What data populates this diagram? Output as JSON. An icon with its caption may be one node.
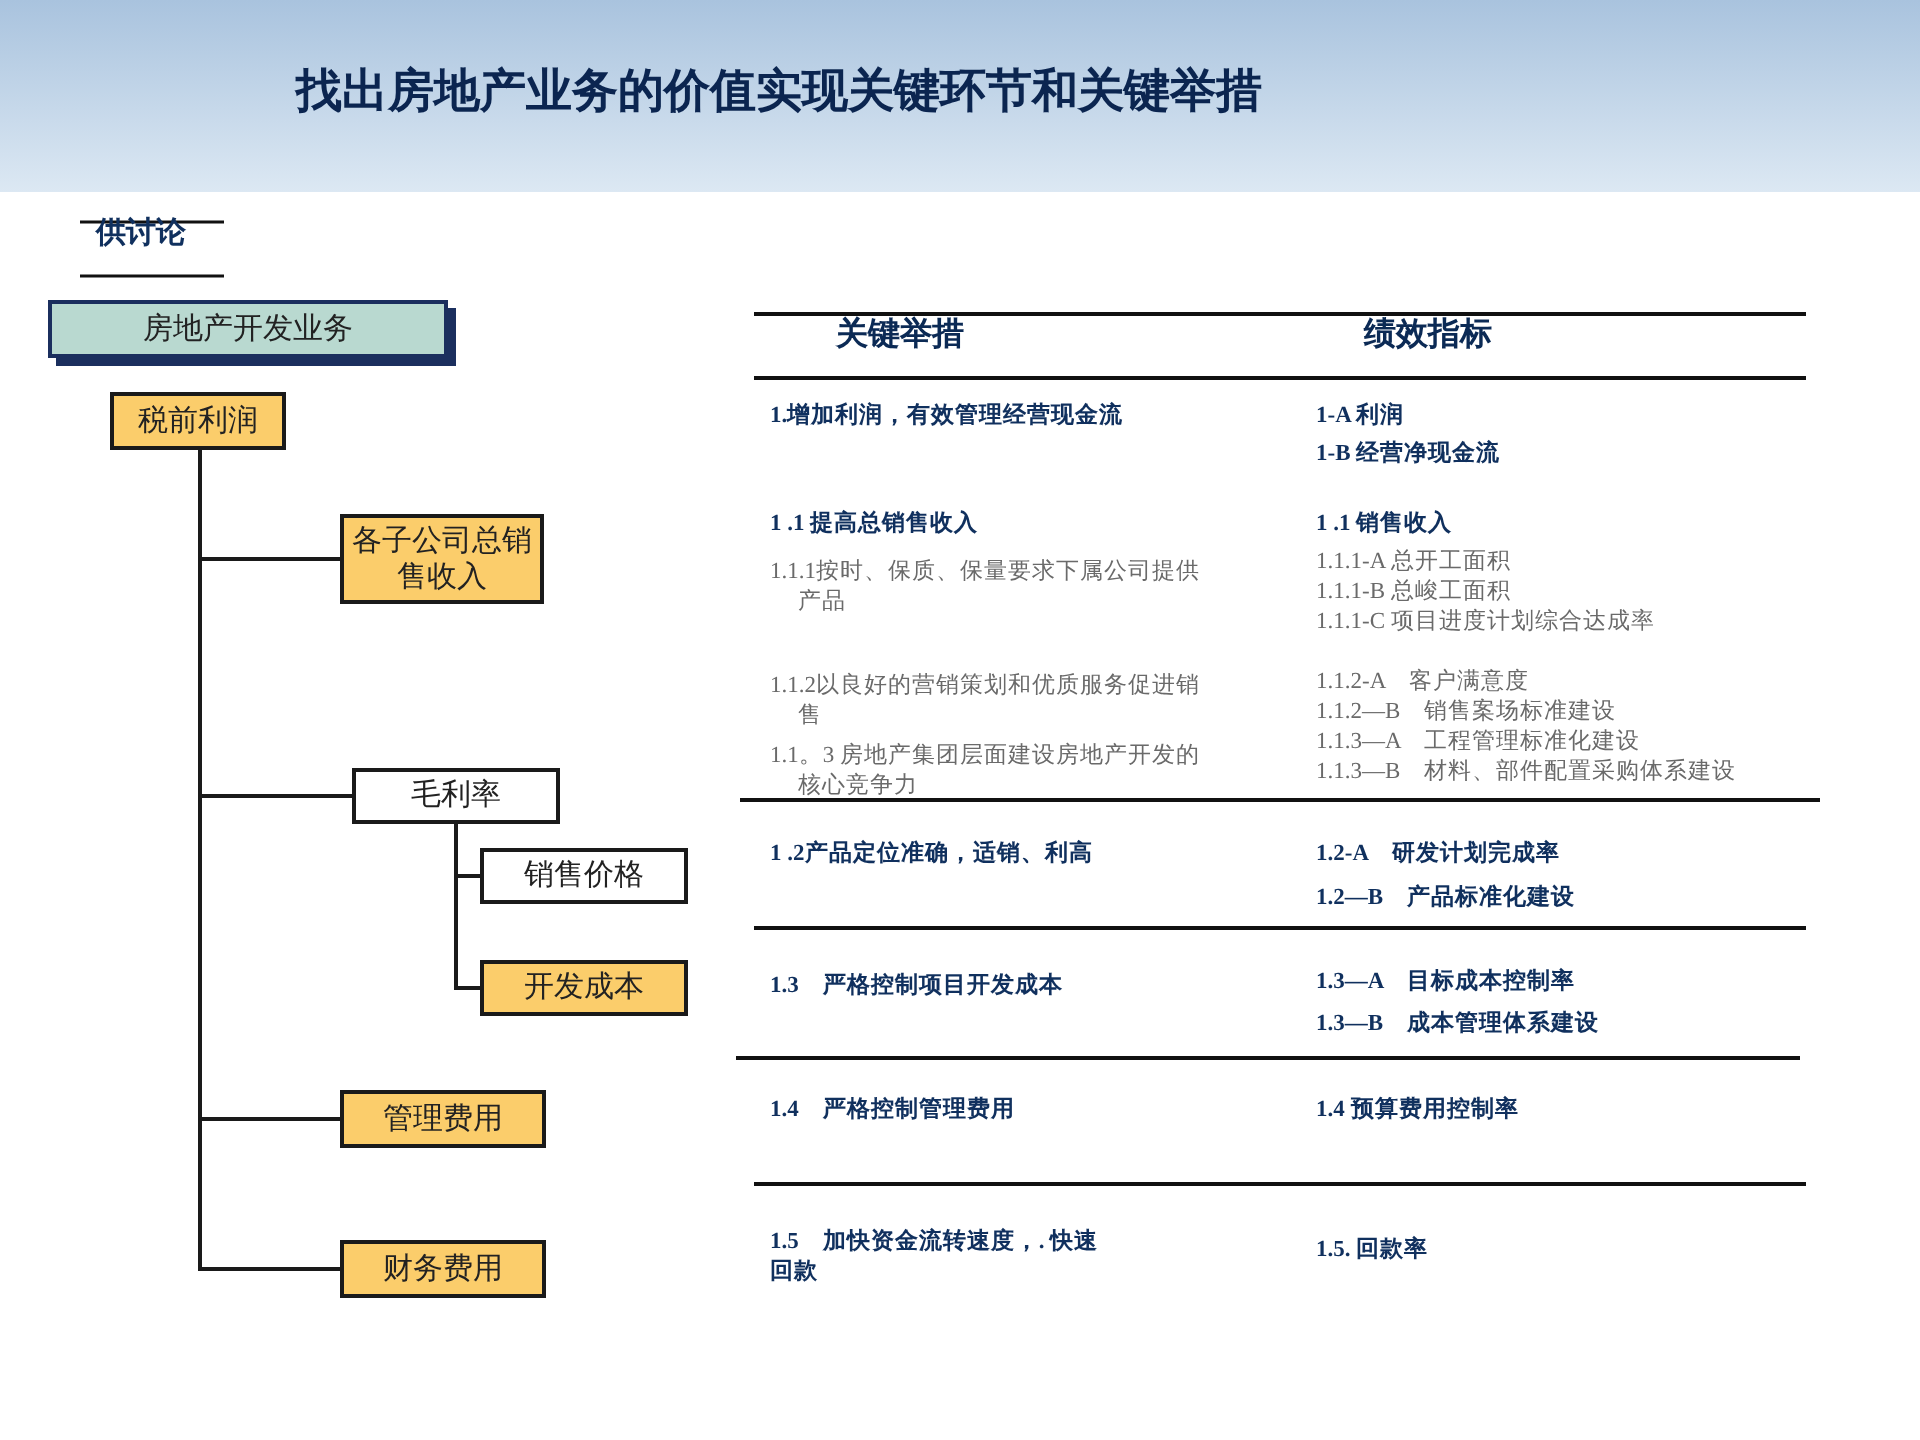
{
  "diagram": {
    "title": "找出房地产业务的价值实现关键环节和关键举措",
    "nodes": [
      {
        "text": [
          "房地产开发业务"
        ]
      },
      {
        "text": [
          "税前利润"
        ]
      },
      {
        "text": [
          "各子公司总销售收入"
        ]
      },
      {
        "text": [
          "毛利率"
        ]
      },
      {
        "text": [
          "销售价格"
        ]
      },
      {
        "text": [
          "开发成本"
        ]
      },
      {
        "text": [
          "管理费用"
        ]
      },
      {
        "text": [
          "财务费用"
        ]
      }
    ],
    "edges": [
      {
        "from": 1,
        "to": 2,
        "arrow": "none"
      },
      {
        "from": 1,
        "to": 3,
        "arrow": "none"
      },
      {
        "from": 1,
        "to": 6,
        "arrow": "none"
      },
      {
        "from": 1,
        "to": 7,
        "arrow": "none"
      },
      {
        "from": 3,
        "to": 4,
        "arrow": "none"
      },
      {
        "from": 3,
        "to": 5,
        "arrow": "none"
      }
    ],
    "labels": [
      "供讨论",
      "关键举措",
      "绩效指标",
      "1.增加利润，有效管理经营现金流",
      "1-A 利润",
      "1-B 经营净现金流",
      "1 .1 提高总销售收入",
      "1.1.1按时、保质、保量要求下属公司提供产品",
      "1.1.2以良好的营销策划和优质服务促进销售",
      "1.1。3 房地产集团层面建设房地产开发的核心竞争力",
      "1 .1 销售收入",
      "1.1.1-A 总开工面积",
      "1.1.1-B 总峻工面积",
      "1.1.1-C 项目进度计划综合达成率",
      "1.1.2-A　客户满意度",
      "1.1.2—B　销售案场标准建设",
      "1.1.3—A　工程管理标准化建设",
      "1.1.3—B　材料、部件配置采购体系建设",
      "1 .2产品定位准确，适销、利高",
      "1.2-A　研发计划完成率",
      "1.2—B　产品标准化建设",
      "1.3　严格控制项目开发成本",
      "1.3—A　目标成本控制率",
      "1.3—B　成本管理体系建设",
      "1.4　严格控制管理费用",
      "1.4 预算费用控制率",
      "1.5　加快资金流转速度，. 快速回款",
      "1.5. 回款率"
    ]
  }
}
